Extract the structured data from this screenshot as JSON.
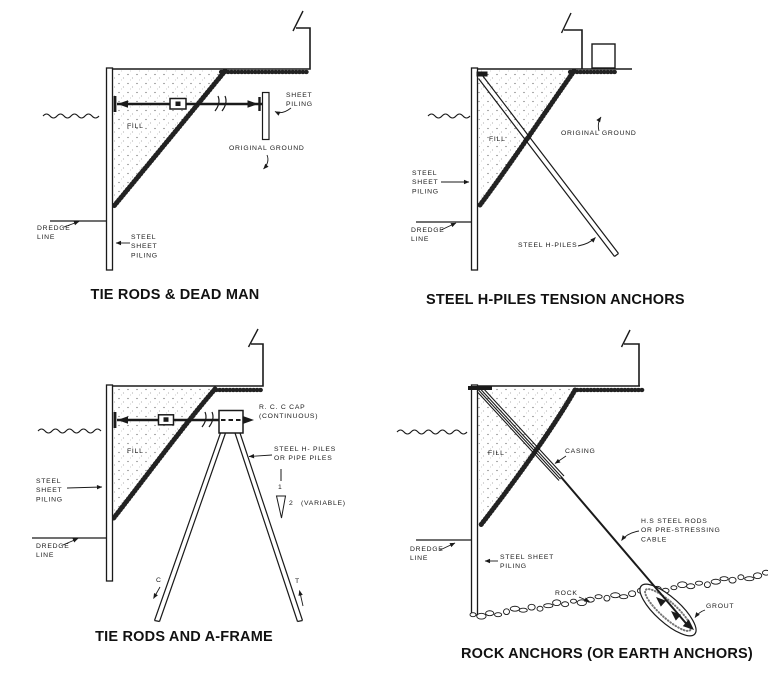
{
  "colors": {
    "ink": "#1a1a1a",
    "paper": "#ffffff"
  },
  "diagrams": {
    "q1": {
      "title": "TIE RODS & DEAD MAN",
      "labels": {
        "sheet_piling": [
          "SHEET",
          "PILING"
        ],
        "fill": "FILL",
        "original_ground": "ORIGINAL GROUND",
        "dredge_line": [
          "DREDGE",
          "LINE"
        ],
        "steel_sheet_piling": [
          "STEEL",
          "SHEET",
          "PILING"
        ]
      }
    },
    "q2": {
      "title": "STEEL H-PILES TENSION ANCHORS",
      "labels": {
        "fill": "FILL",
        "original_ground": "ORIGINAL GROUND",
        "steel_sheet_piling": [
          "STEEL",
          "SHEET",
          "PILING"
        ],
        "dredge_line": [
          "DREDGE",
          "LINE"
        ],
        "steel_h_piles": "STEEL H-PILES"
      }
    },
    "q3": {
      "title": "TIE RODS AND A-FRAME",
      "labels": {
        "rcc_cap": [
          "R. C. C CAP",
          "(CONTINUOUS)"
        ],
        "steel_h_piles_or_pipe": [
          "STEEL H- PILES",
          "OR PIPE PILES"
        ],
        "slope_one": "1",
        "slope_two": "2",
        "variable": "(VARIABLE)",
        "fill": "FILL",
        "steel_sheet_piling": [
          "STEEL",
          "SHEET",
          "PILING"
        ],
        "dredge_line": [
          "DREDGE",
          "LINE"
        ],
        "compression": "C",
        "tension": "T"
      }
    },
    "q4": {
      "title": "ROCK ANCHORS (OR EARTH ANCHORS)",
      "labels": {
        "fill": "FILL",
        "casing": "CASING",
        "hs_rods": [
          "H.S STEEL RODS",
          "OR PRE-STRESSING",
          "CABLE"
        ],
        "steel_sheet_piling": [
          "STEEL SHEET",
          "PILING"
        ],
        "dredge_line": [
          "DREDGE",
          "LINE"
        ],
        "rock": "ROCK",
        "grout": "GROUT"
      }
    }
  }
}
